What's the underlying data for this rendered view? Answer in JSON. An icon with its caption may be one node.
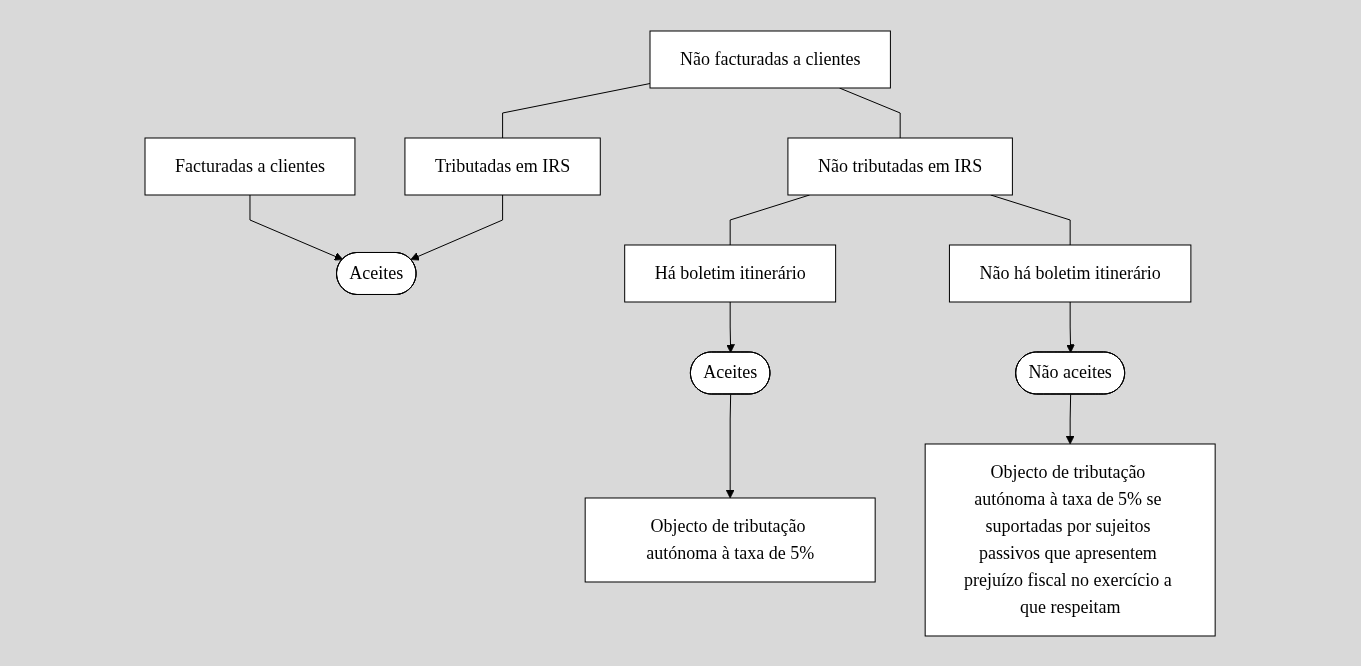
{
  "diagram": {
    "nodes": [
      {
        "text": [
          "Facturadas a clientes"
        ]
      },
      {
        "text": [
          "Não facturadas a clientes"
        ]
      },
      {
        "text": [
          "Tributadas em IRS"
        ]
      },
      {
        "text": [
          "Não tributadas em IRS"
        ]
      },
      {
        "text": [
          "Aceites"
        ]
      },
      {
        "text": [
          "Há boletim itinerário"
        ]
      },
      {
        "text": [
          "Não há boletim itinerário"
        ]
      },
      {
        "text": [
          "Aceites"
        ]
      },
      {
        "text": [
          "Não aceites"
        ]
      },
      {
        "text": [
          "Objecto de tributação autónoma à taxa de 5%"
        ]
      },
      {
        "text": [
          "Objecto de tributação autónoma à taxa de 5% se suportadas por sujeitos passivos que apresentem prejuízo fiscal no exercício a que respeitam"
        ]
      }
    ],
    "edges": [
      {
        "from": 0,
        "to": 4,
        "arrow": "to"
      },
      {
        "from": 1,
        "to": 2,
        "arrow": "none"
      },
      {
        "from": 1,
        "to": 3,
        "arrow": "none"
      },
      {
        "from": 2,
        "to": 4,
        "arrow": "to"
      },
      {
        "from": 3,
        "to": 5,
        "arrow": "none"
      },
      {
        "from": 3,
        "to": 6,
        "arrow": "none"
      },
      {
        "from": 5,
        "to": 7,
        "arrow": "to"
      },
      {
        "from": 6,
        "to": 8,
        "arrow": "to"
      },
      {
        "from": 7,
        "to": 9,
        "arrow": "to"
      },
      {
        "from": 8,
        "to": 10,
        "arrow": "to"
      }
    ]
  }
}
